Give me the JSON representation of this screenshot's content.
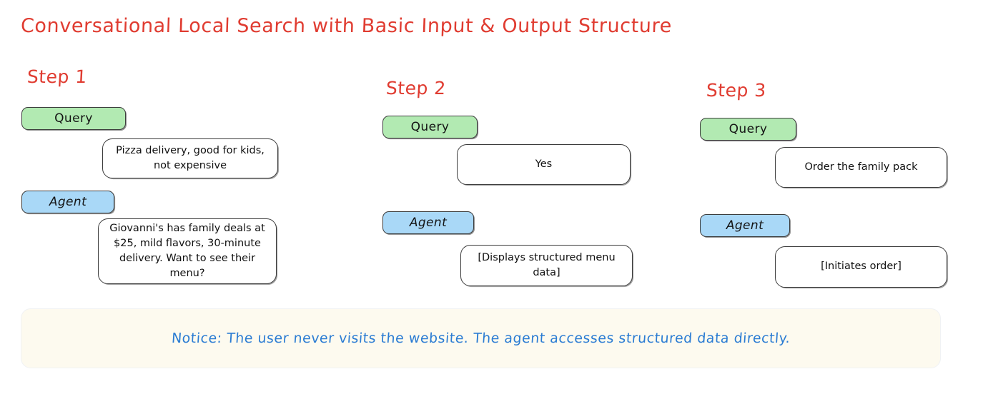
{
  "title": "Conversational Local Search with Basic Input & Output Structure",
  "colors": {
    "title_red": "#e03c31",
    "query_green": "#b2eab2",
    "agent_blue": "#a9d8f7",
    "notice_blue": "#2b7cd3",
    "notice_bg": "#fdfaef",
    "bubble_bg": "#ffffff",
    "stroke": "#3c3c3c"
  },
  "steps": [
    {
      "heading": "Step 1",
      "query_label": "Query",
      "query_text": "Pizza delivery, good for kids, not expensive",
      "agent_label": "Agent",
      "agent_text": "Giovanni's has family deals at $25, mild flavors, 30-minute delivery. Want to see their menu?"
    },
    {
      "heading": "Step 2",
      "query_label": "Query",
      "query_text": "Yes",
      "agent_label": "Agent",
      "agent_text": "[Displays structured menu data]"
    },
    {
      "heading": "Step 3",
      "query_label": "Query",
      "query_text": "Order the family pack",
      "agent_label": "Agent",
      "agent_text": "[Initiates order]"
    }
  ],
  "notice": {
    "text": "Notice: The user never visits the website. The agent accesses structured data directly."
  }
}
